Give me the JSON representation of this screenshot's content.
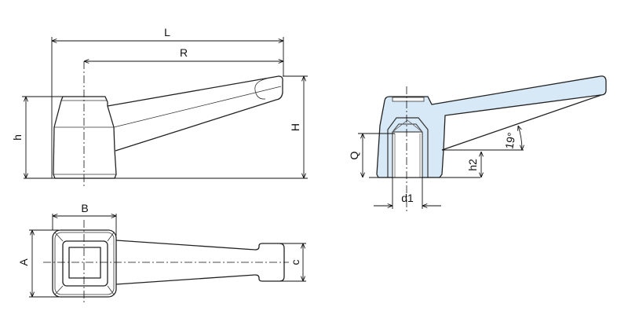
{
  "title": "Clamping lever technical drawing",
  "colors": {
    "fill_section": "#d7e8f7",
    "line": "#222222"
  },
  "labels": {
    "L": "L",
    "R": "R",
    "h": "h",
    "H": "H",
    "B": "B",
    "A": "A",
    "c": "c",
    "Q": "Q",
    "d1": "d1",
    "h2": "h2",
    "angle": "19°"
  }
}
